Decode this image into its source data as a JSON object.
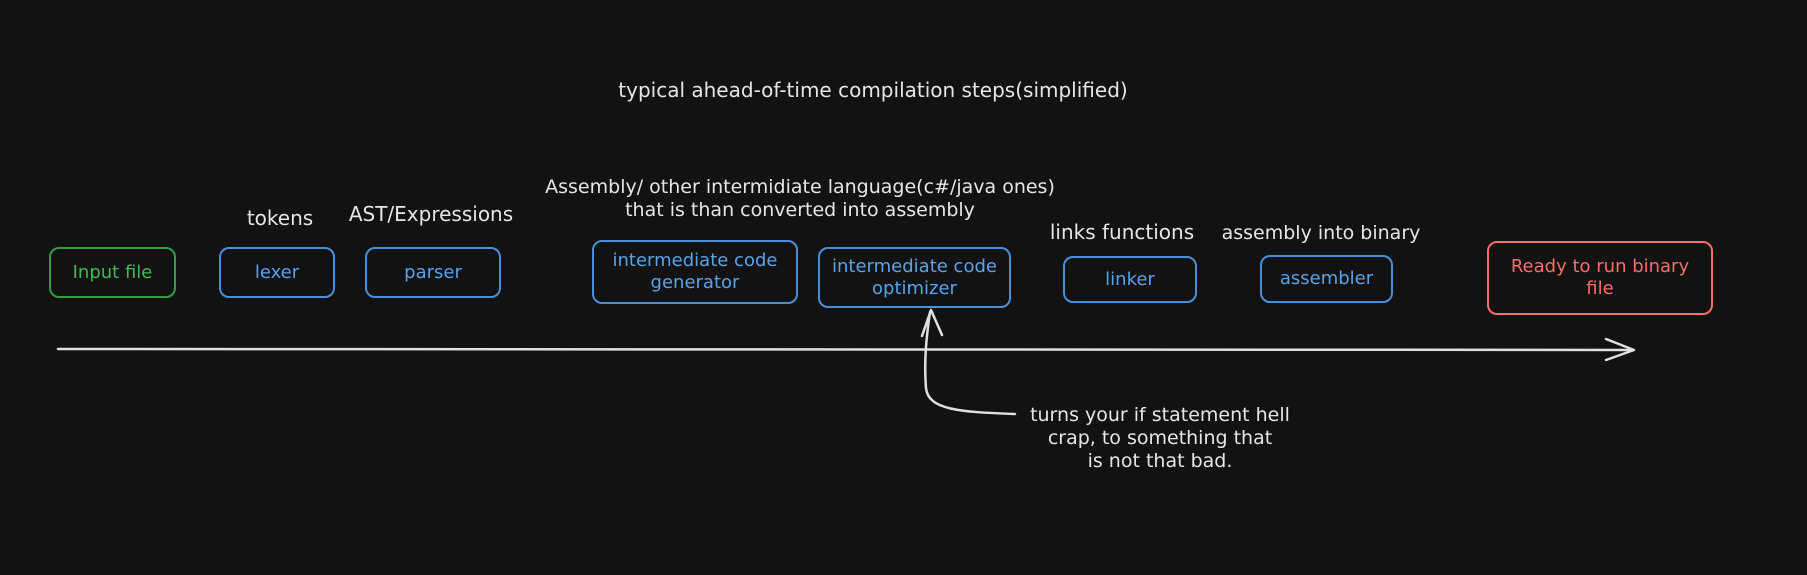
{
  "title": "typical ahead-of-time compilation steps(simplified)",
  "colors": {
    "background": "#121212",
    "blue": "#4a90d9",
    "green": "#2f9e44",
    "red": "#ff6b6b",
    "text": "#e6e6e6",
    "arrow": "#e0e0e0"
  },
  "boxes": {
    "input": "Input file",
    "lexer": "lexer",
    "parser": "parser",
    "icg": "intermediate code\ngenerator",
    "opt": "intermediate code\noptimizer",
    "linker": "linker",
    "assembler": "assembler",
    "ready": "Ready to run binary\nfile"
  },
  "labels": {
    "tokens": "tokens",
    "ast": "AST/Expressions",
    "intermediate": "Assembly/ other intermidiate language(c#/java ones)\nthat is than converted into assembly",
    "links": "links functions",
    "asm_binary": "assembly into binary",
    "note": "turns your if statement hell\ncrap, to something that\nis not that bad."
  }
}
